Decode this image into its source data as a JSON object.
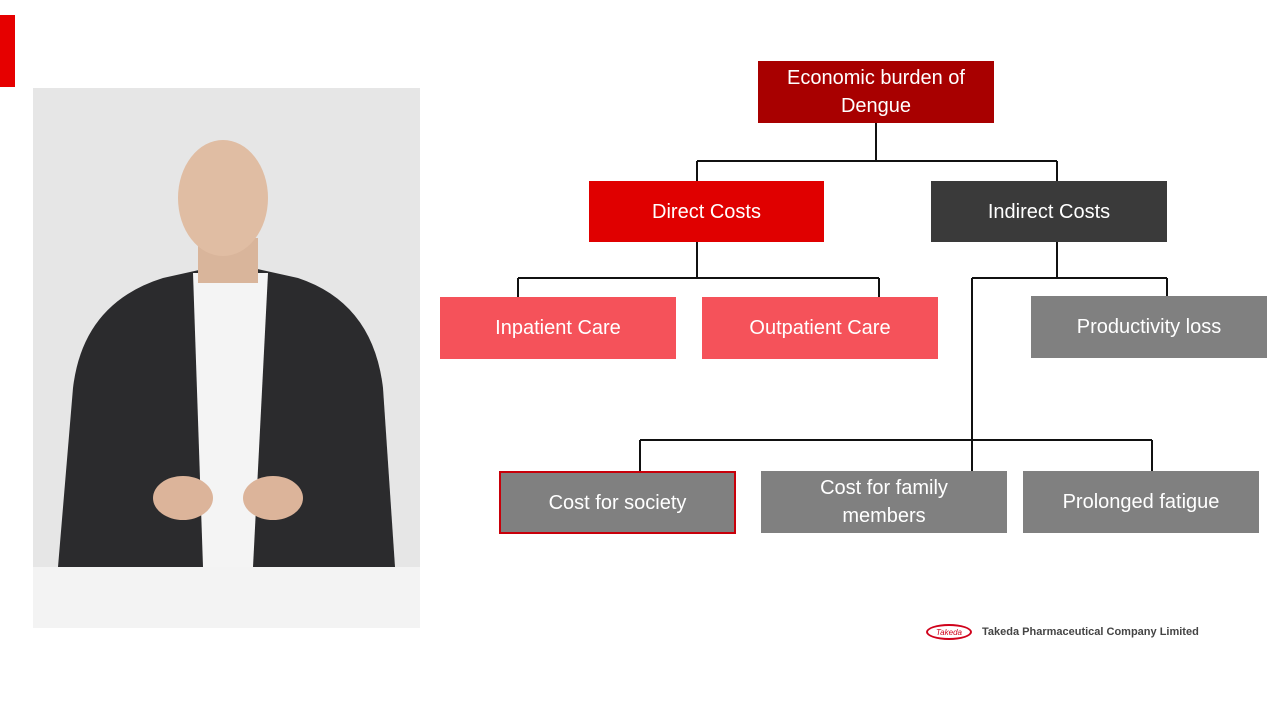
{
  "diagram": {
    "root": "Economic burden of Dengue",
    "level1": [
      {
        "label": "Direct Costs",
        "color": "#e00000"
      },
      {
        "label": "Indirect Costs",
        "color": "#3a3a3a"
      }
    ],
    "direct_children": [
      "Inpatient Care",
      "Outpatient Care"
    ],
    "indirect_children": [
      "Productivity loss"
    ],
    "indirect_sub_children": [
      "Cost for society",
      "Cost for family members",
      "Prolonged fatigue"
    ],
    "highlighted": "Cost for society"
  },
  "colors": {
    "root": "#a80000",
    "light_red": "#f5525a",
    "gray": "#808080",
    "accent": "#e60000"
  },
  "footer": {
    "logo_text": "Takeda",
    "company": "Takeda Pharmaceutical Company Limited"
  }
}
